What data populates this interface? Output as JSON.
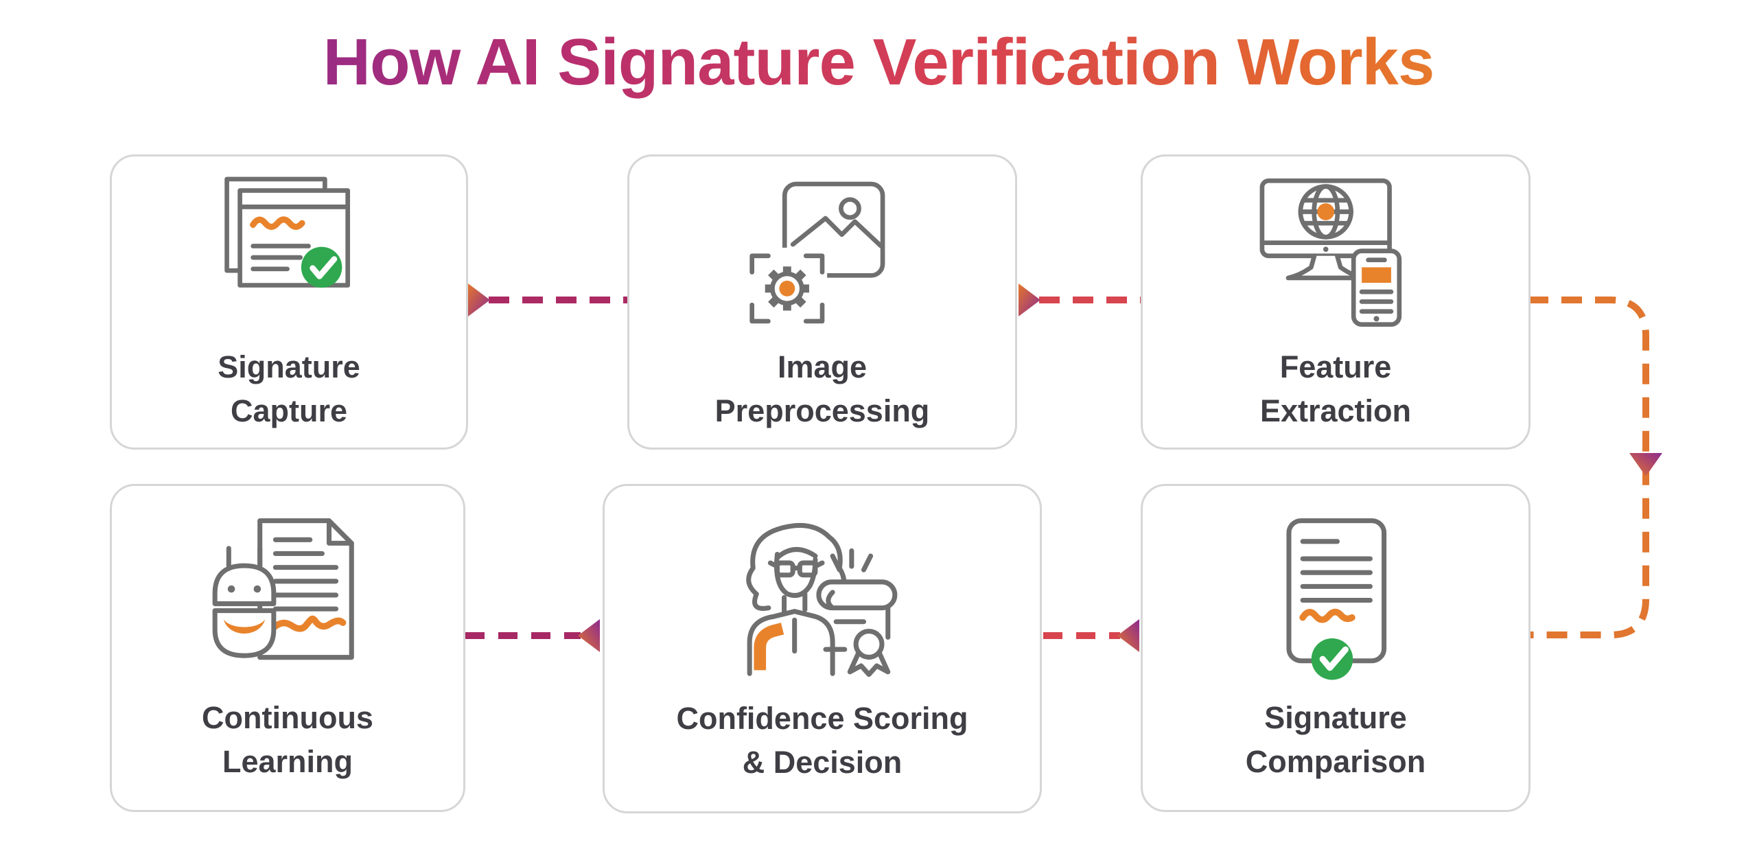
{
  "title": {
    "text": "How AI Signature Verification Works"
  },
  "palette": {
    "title_gradient": [
      "#8B2B8D",
      "#C13358",
      "#E4692E",
      "#E98A2B"
    ],
    "card_border": "#D6D6D6",
    "label_text": "#3E3E44",
    "icon_stroke": "#6F6F6F",
    "accent_orange": "#E8832C",
    "success_green": "#2FA84F",
    "arrow_gradient": [
      "#E4772C",
      "#8C2990"
    ]
  },
  "steps": [
    {
      "order": 1,
      "label": "Signature Capture",
      "lines": [
        "Signature",
        "Capture"
      ],
      "icon": "signature-capture-icon"
    },
    {
      "order": 2,
      "label": "Image Preprocessing",
      "lines": [
        "Image",
        "Preprocessing"
      ],
      "icon": "image-preprocessing-icon"
    },
    {
      "order": 3,
      "label": "Feature Extraction",
      "lines": [
        "Feature",
        "Extraction"
      ],
      "icon": "feature-extraction-icon"
    },
    {
      "order": 4,
      "label": "Signature Comparison",
      "lines": [
        "Signature",
        "Comparison"
      ],
      "icon": "signature-comparison-icon"
    },
    {
      "order": 5,
      "label": "Confidence Scoring & Decision",
      "lines": [
        "Confidence Scoring",
        "& Decision"
      ],
      "icon": "confidence-scoring-icon"
    },
    {
      "order": 6,
      "label": "Continuous Learning",
      "lines": [
        "Continuous",
        "Learning"
      ],
      "icon": "continuous-learning-icon"
    }
  ],
  "connectors": [
    {
      "from": "Signature Capture",
      "to": "Image Preprocessing",
      "style": "dashed",
      "color": "#AC2A63",
      "direction": "right"
    },
    {
      "from": "Image Preprocessing",
      "to": "Feature Extraction",
      "style": "dashed",
      "color": "#D7454F",
      "direction": "right"
    },
    {
      "from": "Feature Extraction",
      "to": "Signature Comparison",
      "style": "dashed",
      "color": "#E0762F",
      "direction": "down-around"
    },
    {
      "from": "Signature Comparison",
      "to": "Confidence Scoring & Decision",
      "style": "dashed",
      "color": "#D8444E",
      "direction": "left"
    },
    {
      "from": "Confidence Scoring & Decision",
      "to": "Continuous Learning",
      "style": "dashed",
      "color": "#A62864",
      "direction": "left"
    }
  ]
}
